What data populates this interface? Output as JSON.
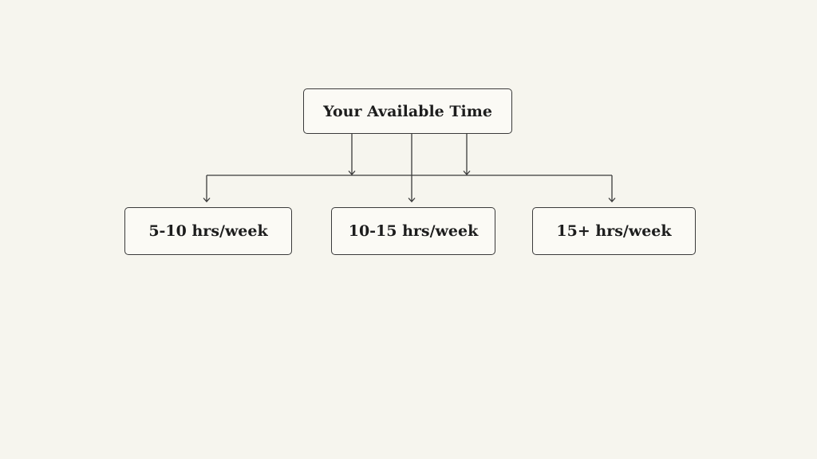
{
  "diagram": {
    "root": {
      "label": "Your Available Time"
    },
    "children": [
      {
        "label": "5-10 hrs/week"
      },
      {
        "label": "10-15 hrs/week"
      },
      {
        "label": "15+ hrs/week"
      }
    ]
  },
  "colors": {
    "background": "#f6f5ee",
    "box_fill": "#fbfaf5",
    "stroke": "#3a3a3a",
    "text": "#1d1d1d"
  }
}
